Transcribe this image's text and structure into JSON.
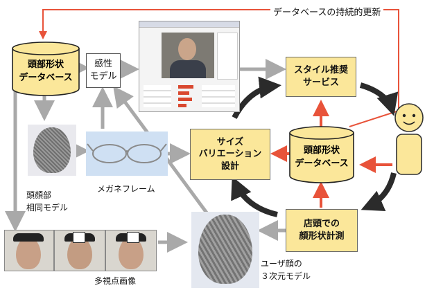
{
  "top_update_label": "データベースの持続的更新",
  "db_left": {
    "line1": "頭部形状",
    "line2": "データベース"
  },
  "db_center": {
    "line1": "頭部形状",
    "line2": "データベース"
  },
  "kansei_model": {
    "line1": "感性",
    "line2": "モデル"
  },
  "style_recommend": {
    "line1": "スタイル推奨",
    "line2": "サービス"
  },
  "size_variation": {
    "line1": "サイズ",
    "line2": "バリエーション",
    "line3": "設計"
  },
  "store_measure": {
    "line1": "店頭での",
    "line2": "顔形状計測"
  },
  "head_model_label": {
    "line1": "頭顔部",
    "line2": "相同モデル"
  },
  "glasses_label": "メガネフレーム",
  "multiview_label": "多視点画像",
  "user_face_label": {
    "line1": "ユーザ顔の",
    "line2": "３次元モデル"
  },
  "colors": {
    "red": "#e8533a",
    "gray": "#a9a9a9",
    "dark": "#2b2b2b",
    "yellow": "#fbe79a"
  }
}
